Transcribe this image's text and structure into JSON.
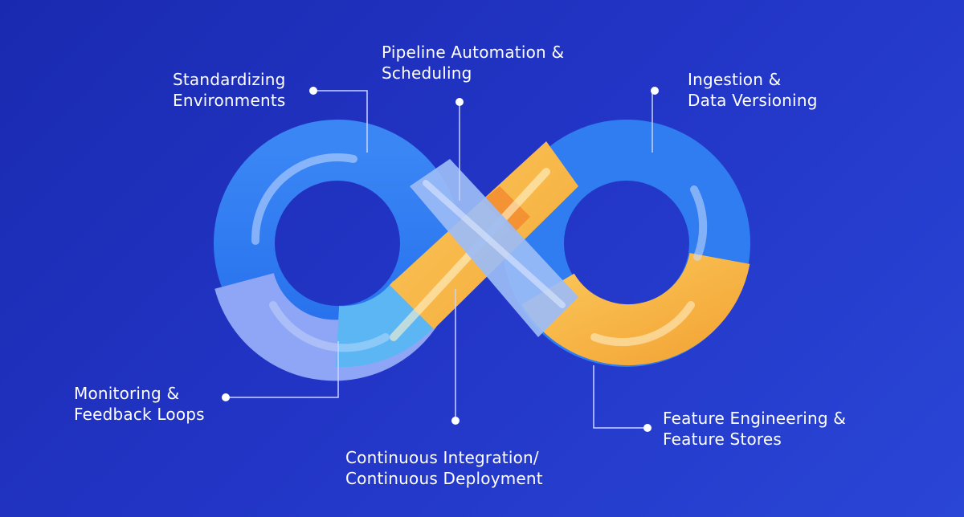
{
  "labels": {
    "standardizing": [
      "Standardizing",
      "Environments"
    ],
    "pipeline": [
      "Pipeline Automation &",
      "Scheduling"
    ],
    "ingestion": [
      "Ingestion &",
      "Data Versioning"
    ],
    "monitoring": [
      "Monitoring &",
      "Feedback Loops"
    ],
    "cicd": [
      "Continuous Integration/",
      "Continuous Deployment"
    ],
    "feature": [
      "Feature Engineering &",
      "Feature Stores"
    ]
  },
  "colors": {
    "background": "#2235c6",
    "blue": "#2f7df0",
    "light_blue": "#5fb0f2",
    "periwinkle": "#8ea6f5",
    "yellow": "#f7be4a",
    "orange": "#f5a43a",
    "connector": "#c9d3ff"
  }
}
